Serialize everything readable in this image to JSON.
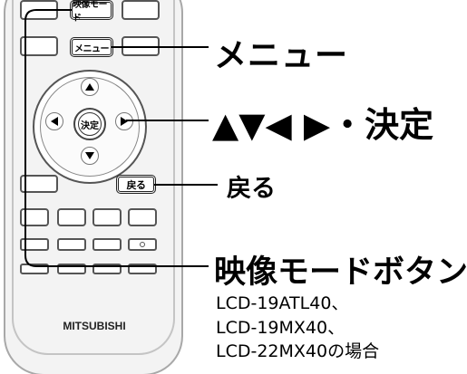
{
  "remote": {
    "mode_button_label": "映像モード",
    "menu_button_label": "メニュー",
    "enter_button_label": "決定",
    "back_button_label": "戻る",
    "brand": "MITSUBISHI"
  },
  "callouts": {
    "menu": "メニュー",
    "navigation": "▲▼◀ ▶・決定",
    "back": "戻る",
    "picture_mode": "映像モードボタン"
  },
  "notes": [
    "LCD-19ATL40、",
    "LCD-19MX40、",
    "LCD-22MX40の場合"
  ]
}
